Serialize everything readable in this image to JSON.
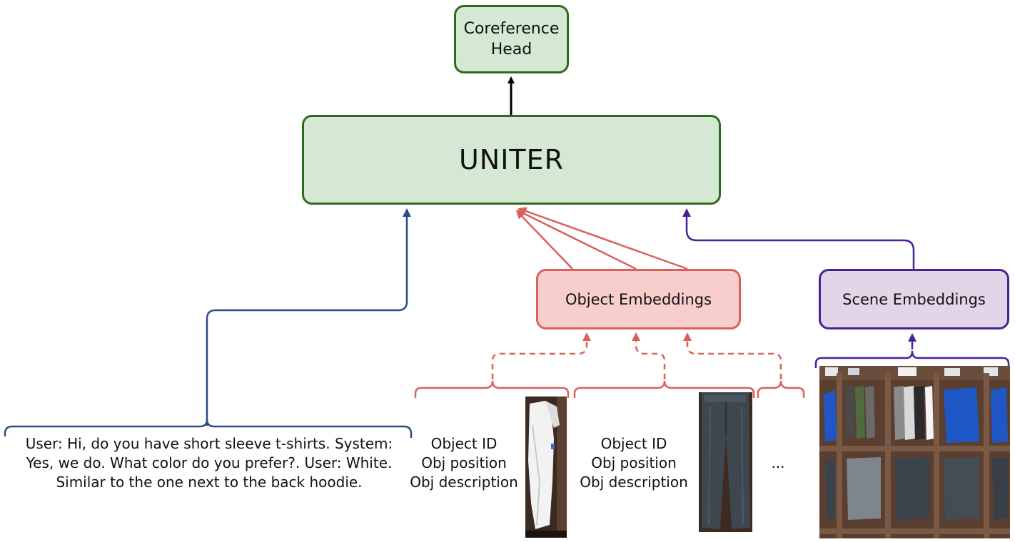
{
  "nodes": {
    "coreference_head": "Coreference\nHead",
    "uniter": "UNITER",
    "object_embeddings": "Object Embeddings",
    "scene_embeddings": "Scene Embeddings"
  },
  "inputs": {
    "dialog": "User: Hi, do you have short sleeve t-shirts. System:\nYes, we do. What color do you prefer?. User: White.\nSimilar to the one next to the back hoodie.",
    "object_1": "Object ID\nObj position\nObj description",
    "object_2": "Object ID\nObj position\nObj description",
    "more_objects": "..."
  },
  "images": {
    "object_1": "white t-shirt on hanger",
    "object_2": "dark grey trousers",
    "scene": "clothing store shelves with hoodies and pants"
  },
  "colors": {
    "uniter_fill": "#d5e8d4",
    "uniter_stroke": "#2f6b1e",
    "object_fill": "#f8cecc",
    "object_stroke": "#d9615c",
    "scene_fill": "#e1d5e7",
    "scene_stroke": "#4a2294",
    "dialog_stroke": "#2c4d86",
    "output_arrow": "#000000"
  }
}
